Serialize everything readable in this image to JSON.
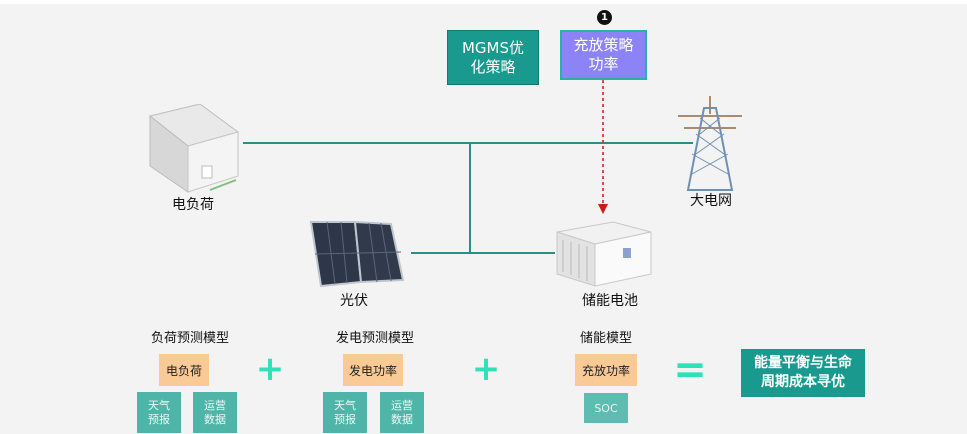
{
  "top": {
    "mgms_box": "MGMS优\n化策略",
    "charge_box": "充放策略\n功率",
    "step_badge": "1"
  },
  "nodes": {
    "load": "电负荷",
    "grid": "大电网",
    "pv": "光伏",
    "storage": "储能电池"
  },
  "models": {
    "load": {
      "title": "负荷预测模型",
      "chip": "电负荷",
      "sub": [
        "天气\n预报",
        "运营\n数据"
      ]
    },
    "gen": {
      "title": "发电预测模型",
      "chip": "发电功率",
      "sub": [
        "天气\n预报",
        "运营\n数据"
      ]
    },
    "storage": {
      "title": "储能模型",
      "chip": "充放功率",
      "sub": "SOC"
    }
  },
  "operators": {
    "plus1": "+",
    "plus2": "+",
    "equals": "="
  },
  "result": "能量平衡与生命\n周期成本寻优",
  "colors": {
    "teal": "#1a9a8e",
    "purple": "#8c83f7",
    "orange": "#f9c996",
    "accent": "#2fe0b8",
    "arrow": "#e02020"
  }
}
